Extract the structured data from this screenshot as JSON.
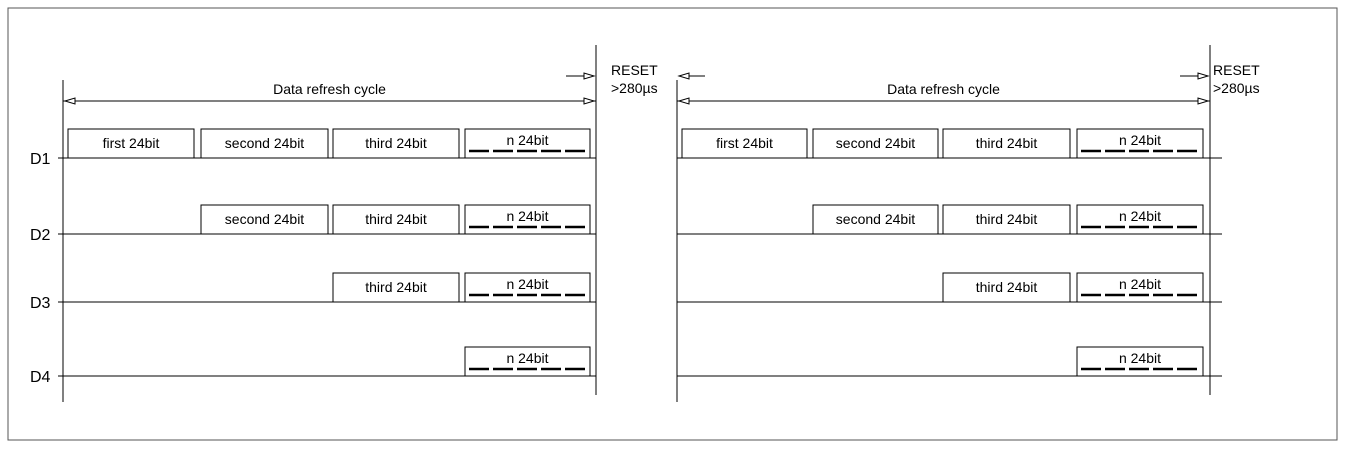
{
  "labels": {
    "cycle": "Data refresh cycle",
    "reset": "RESET",
    "reset_time": ">280µs"
  },
  "panels": [
    {
      "rows": [
        {
          "signal": "D1",
          "packets": [
            "first 24bit",
            "second 24bit",
            "third 24bit",
            "n 24bit"
          ]
        },
        {
          "signal": "D2",
          "packets": [
            "",
            "second 24bit",
            "third 24bit",
            "n 24bit"
          ]
        },
        {
          "signal": "D3",
          "packets": [
            "",
            "",
            "third 24bit",
            "n 24bit"
          ]
        },
        {
          "signal": "D4",
          "packets": [
            "",
            "",
            "",
            "n 24bit"
          ]
        }
      ]
    },
    {
      "rows": [
        {
          "signal": "",
          "packets": [
            "first 24bit",
            "second 24bit",
            "third 24bit",
            "n 24bit"
          ]
        },
        {
          "signal": "",
          "packets": [
            "",
            "second 24bit",
            "third 24bit",
            "n 24bit"
          ]
        },
        {
          "signal": "",
          "packets": [
            "",
            "",
            "third 24bit",
            "n 24bit"
          ]
        },
        {
          "signal": "",
          "packets": [
            "",
            "",
            "",
            "n 24bit"
          ]
        }
      ]
    }
  ]
}
